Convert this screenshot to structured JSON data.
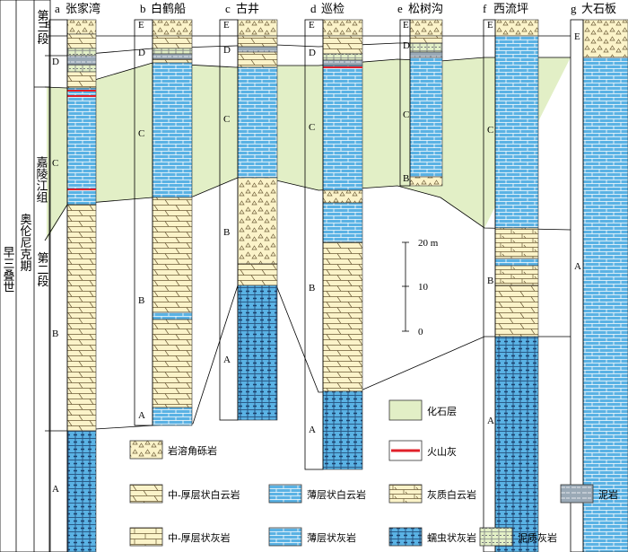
{
  "sections": [
    {
      "id": "a",
      "name": "张家湾"
    },
    {
      "id": "b",
      "name": "白鹤船"
    },
    {
      "id": "c",
      "name": "古井"
    },
    {
      "id": "d",
      "name": "巡检"
    },
    {
      "id": "e",
      "name": "松树沟"
    },
    {
      "id": "f",
      "name": "西流坪"
    },
    {
      "id": "g",
      "name": "大石板"
    }
  ],
  "stratigraphy": {
    "series": "早三叠世",
    "stage": "奥伦尼克期",
    "formation": "嘉陵江组",
    "member3": "第三段",
    "member2": "第二段"
  },
  "zone_labels": [
    "A",
    "B",
    "C",
    "D",
    "E"
  ],
  "scale": {
    "ticks": [
      "0",
      "10",
      "20 m"
    ]
  },
  "legend": {
    "fossil_layer": "化石层",
    "volcanic_ash": "火山灰",
    "karst_breccia": "岩溶角砾岩",
    "thick_dolomite": "中-厚层状白云岩",
    "thin_dolomite": "薄层状白云岩",
    "calcareous_dolomite": "灰质白云岩",
    "mudstone": "泥岩",
    "thick_limestone": "中-厚层状灰岩",
    "thin_limestone": "薄层状灰岩",
    "vermicular_limestone": "蠕虫状灰岩",
    "marly_limestone": "泥质灰岩"
  },
  "colors": {
    "fossil": "#e2efc6",
    "dolomite_fill": "#fbf3c9",
    "limestone_fill": "#5ab2e4",
    "ash": "#e0202a",
    "mudstone": "#9aa9b6"
  }
}
